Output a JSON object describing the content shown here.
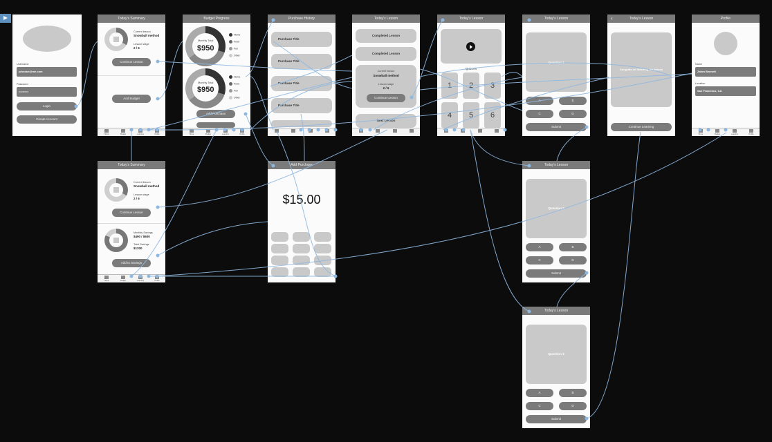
{
  "corner_icon": "play-flag-icon",
  "login": {
    "username_label": "Username",
    "username": "johndoe@me.com",
    "password_label": "Password",
    "password": "••••••••••",
    "login": "Login",
    "create": "Create Account"
  },
  "summary1": {
    "title": "Today's Summary",
    "current_lesson_label": "Current lesson",
    "current_lesson": "Snowball method",
    "stage_label": "Lesson stage",
    "stage": "2 / 6",
    "continue": "Continue Lesson",
    "add_budget": "Add Budget"
  },
  "budget": {
    "title": "Budget Progress",
    "monthly_label": "Monthly Total",
    "amount": "$950",
    "legend": [
      "Home",
      "Food",
      "Fun",
      "Other"
    ],
    "add_purchase": "Add Purchase"
  },
  "history": {
    "title": "Purchase History",
    "item": "Purchase Title"
  },
  "lesson_list": {
    "title": "Today's Lesson",
    "completed": "Completed Lesson",
    "current_lesson_label": "Current lesson",
    "current_lesson": "Snowball method",
    "stage_label": "Lesson stage",
    "stage": "2 / 6",
    "continue": "Continue Lesson",
    "next": "Next Lesson"
  },
  "lesson_video": {
    "title": "Today's Lesson",
    "quizzes": "Quizzes",
    "numbers": [
      "1",
      "2",
      "3",
      "4",
      "5",
      "6"
    ]
  },
  "q1": {
    "title": "Today's Lesson",
    "question": "Question 1",
    "a": "A",
    "b": "B",
    "c": "C",
    "d": "D",
    "submit": "Submit"
  },
  "congrats": {
    "title": "Today's Lesson",
    "message": "Congrats on finishing the lesson",
    "button": "Continue Learning"
  },
  "profile": {
    "title": "Profile",
    "name_label": "Name",
    "name": "Zahra Bennett",
    "location_label": "Location",
    "location": "San Francisco, CA"
  },
  "summary2": {
    "title": "Today's Summary",
    "current_lesson_label": "Current lesson",
    "current_lesson": "Snowball method",
    "stage_label": "Lesson stage",
    "stage": "2 / 6",
    "continue": "Continue Lesson",
    "savings_label": "Monthly Savings",
    "savings": "$490 / $600",
    "total_label": "Total Savings",
    "total": "$1200",
    "add_savings": "Add to Savings"
  },
  "add_purchase": {
    "title": "Add Purchase",
    "amount": "$15.00"
  },
  "q2": {
    "title": "Today's Lesson",
    "question": "Question 2",
    "a": "A",
    "b": "B",
    "c": "C",
    "d": "D",
    "submit": "Submit"
  },
  "q3": {
    "title": "Today's Lesson",
    "question": "Question 3",
    "a": "A",
    "b": "B",
    "c": "C",
    "d": "D",
    "submit": "Submit"
  },
  "tabs": [
    "Home",
    "Budget",
    "Learning",
    "Profile"
  ],
  "colors": {
    "canvas": "#0c0c0d",
    "wire": "#8fb8e0",
    "header": "#7a7a7a",
    "button": "#7b7b7b",
    "placeholder": "#c9c9c9"
  }
}
